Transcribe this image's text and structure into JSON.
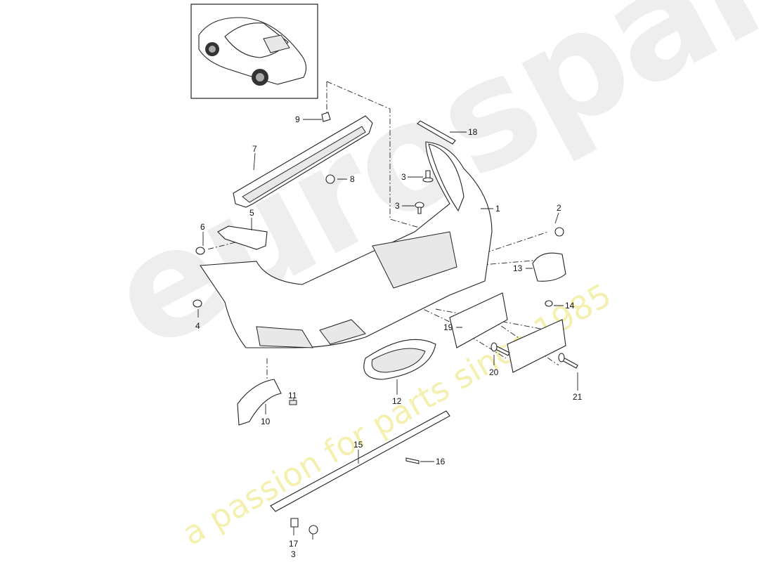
{
  "watermark": {
    "brand": "eurospares",
    "tagline": "a passion for parts since 1985"
  },
  "inset": {
    "subject": "car-rear-view-thumbnail"
  },
  "callouts": [
    {
      "id": "c1",
      "label": "1"
    },
    {
      "id": "c2",
      "label": "2"
    },
    {
      "id": "c3a",
      "label": "3"
    },
    {
      "id": "c3b",
      "label": "3"
    },
    {
      "id": "c3c",
      "label": "3"
    },
    {
      "id": "c4",
      "label": "4"
    },
    {
      "id": "c5",
      "label": "5"
    },
    {
      "id": "c6",
      "label": "6"
    },
    {
      "id": "c7",
      "label": "7"
    },
    {
      "id": "c8",
      "label": "8"
    },
    {
      "id": "c9",
      "label": "9"
    },
    {
      "id": "c10",
      "label": "10"
    },
    {
      "id": "c11",
      "label": "11"
    },
    {
      "id": "c12",
      "label": "12"
    },
    {
      "id": "c13",
      "label": "13"
    },
    {
      "id": "c14",
      "label": "14"
    },
    {
      "id": "c15",
      "label": "15"
    },
    {
      "id": "c16",
      "label": "16"
    },
    {
      "id": "c17",
      "label": "17"
    },
    {
      "id": "c18",
      "label": "18"
    },
    {
      "id": "c19",
      "label": "19"
    },
    {
      "id": "c20",
      "label": "20"
    },
    {
      "id": "c21",
      "label": "21"
    }
  ]
}
